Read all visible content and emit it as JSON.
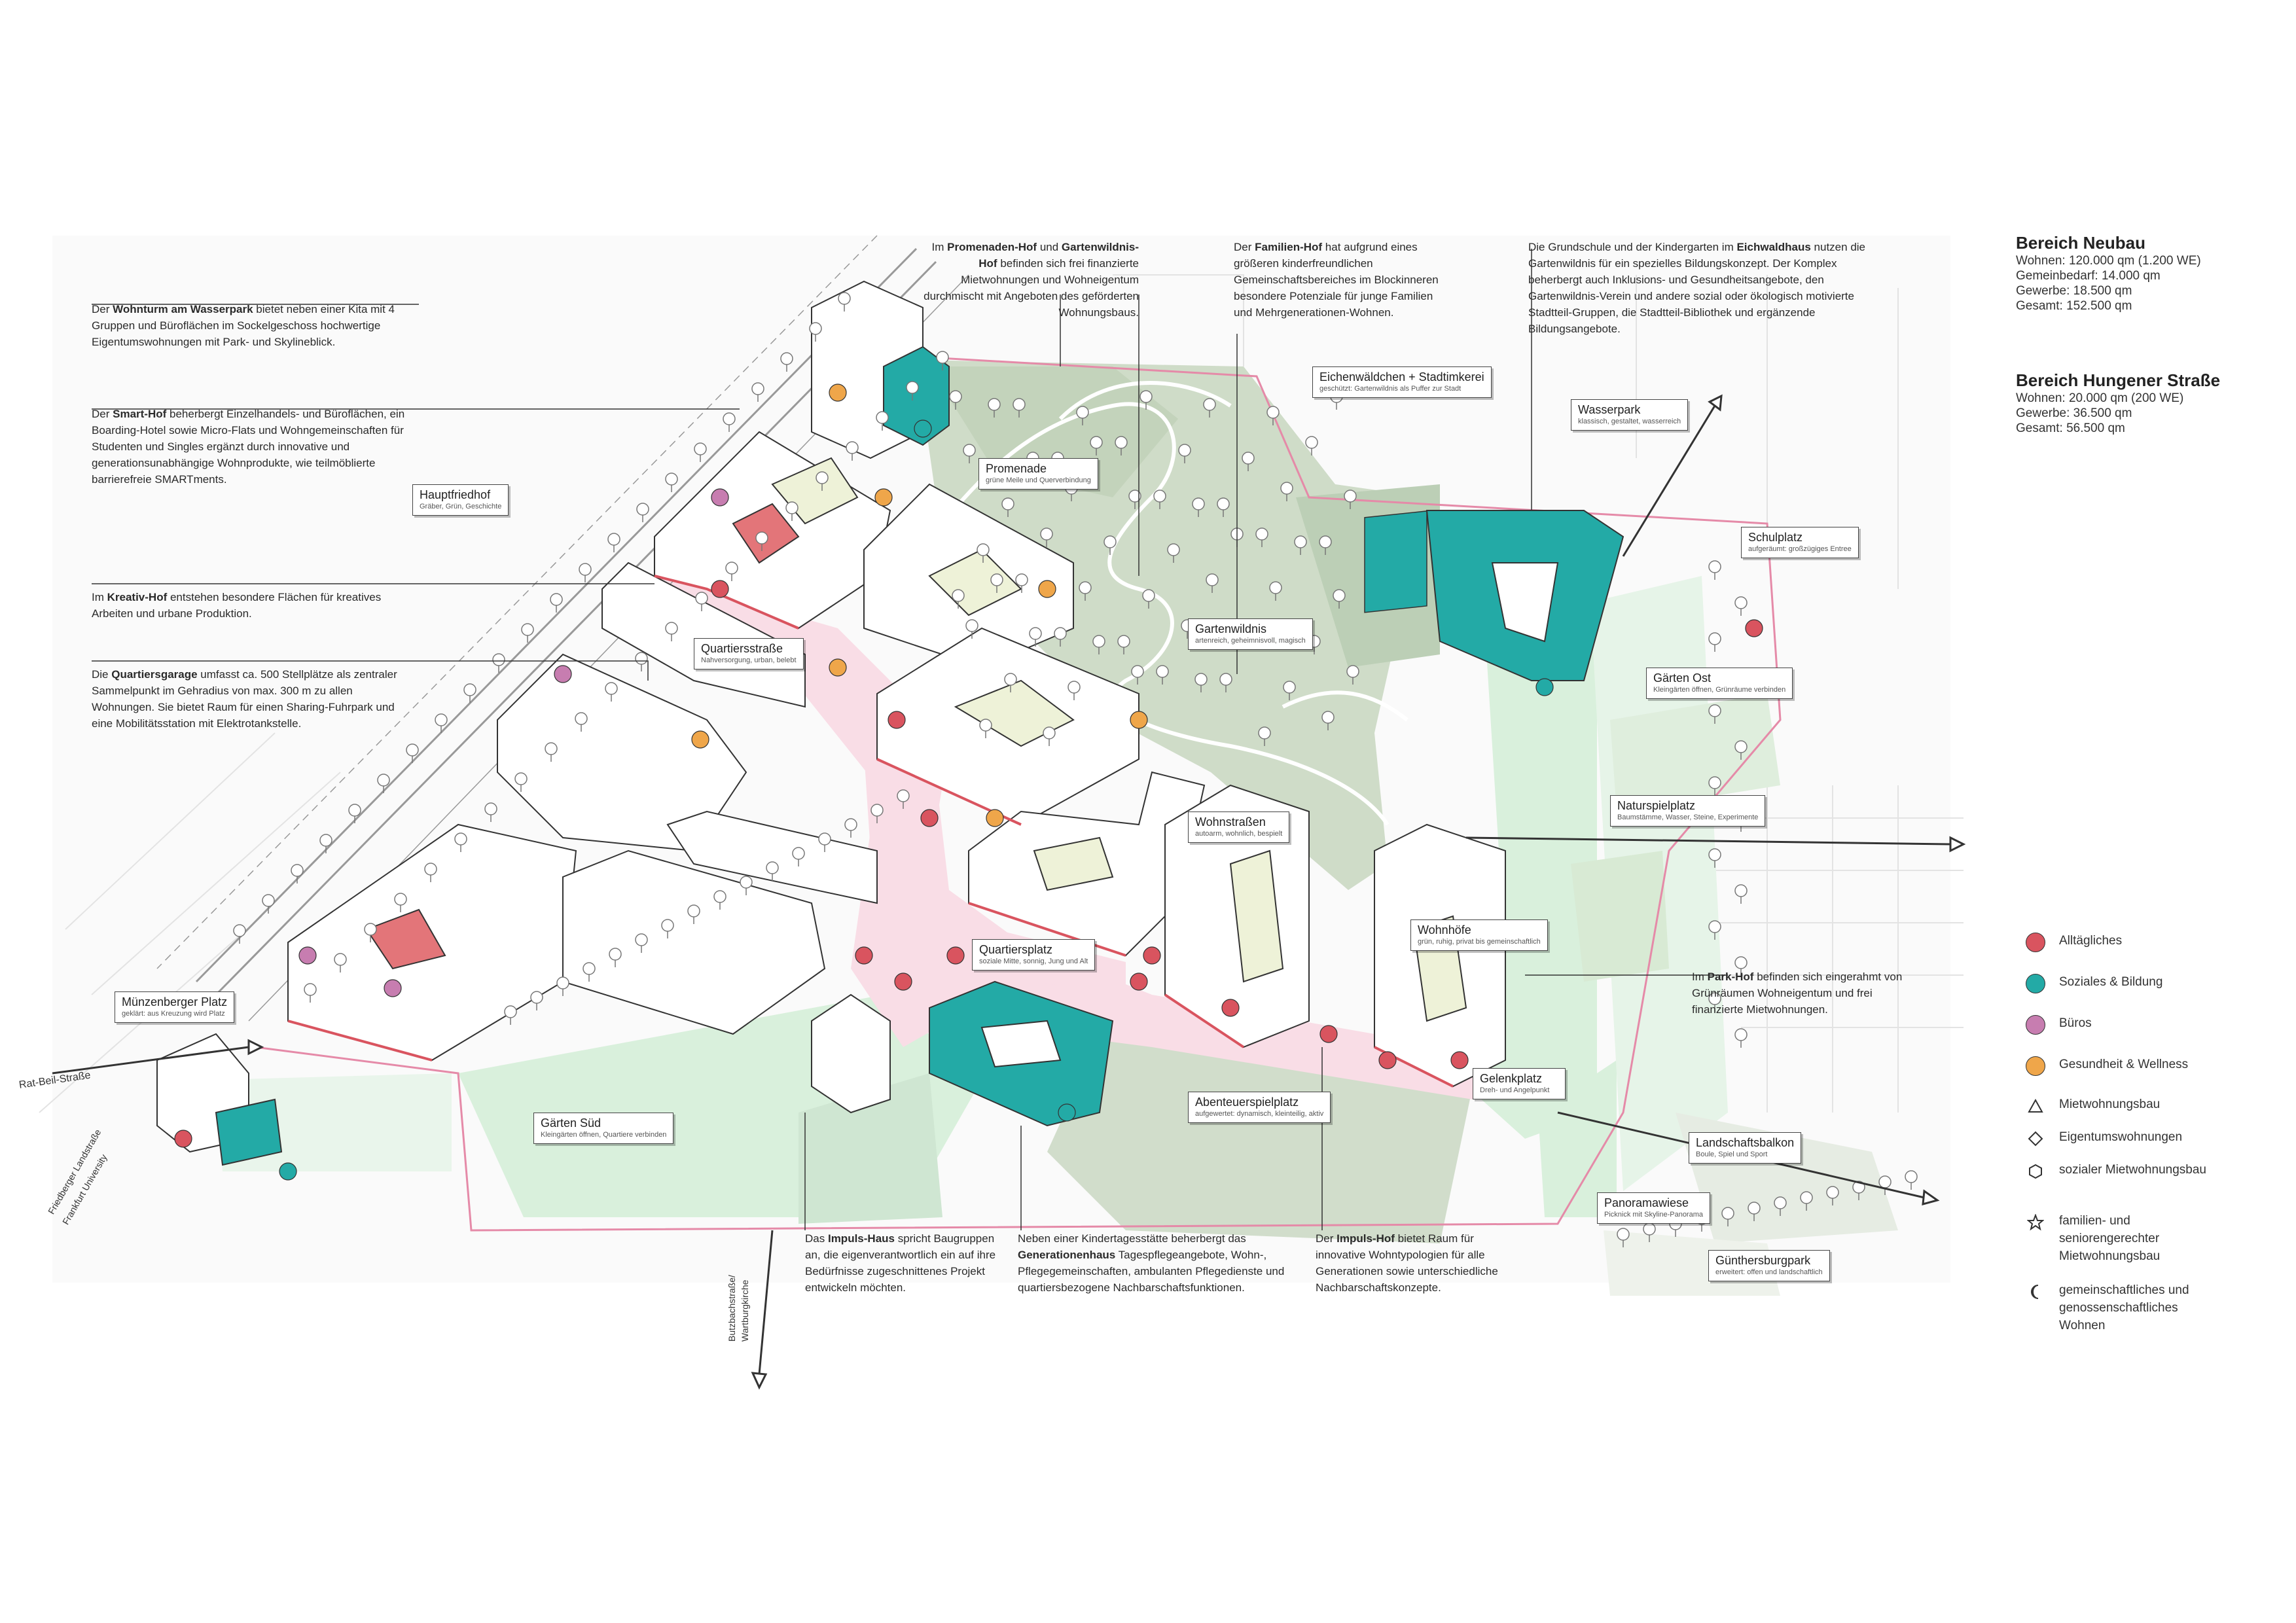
{
  "stats": {
    "neubau": {
      "title": "Bereich Neubau",
      "rows": [
        "Wohnen: 120.000 qm  (1.200 WE)",
        "Gemeinbedarf: 14.000 qm",
        "Gewerbe: 18.500 qm",
        "Gesamt: 152.500 qm"
      ]
    },
    "hungener": {
      "title": "Bereich Hungener Straße",
      "rows": [
        "Wohnen: 20.000 qm (200 WE)",
        "Gewerbe: 36.500 qm",
        "Gesamt: 56.500 qm"
      ]
    }
  },
  "texts": {
    "wohnturm": {
      "b": "Wohnturm am Wasserpark",
      "pre": "Der ",
      "post": " bietet neben einer Kita mit 4 Gruppen und Büroflächen im Sockelgeschoss hochwertige Eigentumswohnungen mit Park- und Skylineblick."
    },
    "smart": {
      "pre": "Der ",
      "b": "Smart-Hof",
      "post": " beherbergt Einzelhandels- und Büroflächen, ein Boarding-Hotel sowie Micro-Flats und Wohngemeinschaften für Studenten und Singles ergänzt durch innovative und generationsunabhängige Wohnprodukte, wie teilmöblierte barrierefreie SMARTments."
    },
    "kreativ": {
      "pre": "Im ",
      "b": "Kreativ-Hof",
      "post": " entstehen besondere Flächen für kreatives Arbeiten und urbane Produktion."
    },
    "garage": {
      "pre": "Die ",
      "b": "Quartiersgarage",
      "post": " umfasst ca. 500 Stellplätze als zentraler Sammelpunkt im Gehradius von max. 300 m zu allen Wohnungen. Sie bietet Raum für einen Sharing-Fuhrpark und eine Mobilitätsstation mit Elektrotankstelle."
    },
    "promenaden": {
      "pre": "Im ",
      "b": "Promenaden-Hof",
      "mid": " und ",
      "b2": "Gartenwildnis-Hof",
      "post": " befinden sich frei finanzierte Mietwohnungen und Wohneigentum durchmischt mit Angeboten des geförderten Wohnungsbaus."
    },
    "familien": {
      "pre": "Der ",
      "b": "Familien-Hof",
      "post": " hat aufgrund eines größeren kinderfreundlichen Gemeinschaftsbereiches im Blockinneren besondere Potenziale für junge Familien und Mehrgenerationen-Wohnen."
    },
    "grundschule": {
      "pre": "Die Grundschule und der Kindergarten im ",
      "b": "Eichwaldhaus",
      "post": " nutzen die Gartenwildnis für ein spezielles Bildungskonzept. Der Komplex beherbergt auch Inklusions- und Gesundheitsangebote, den Gartenwildnis-Verein und andere sozial oder ökologisch motivierte Stadtteil-Gruppen, die Stadtteil-Bibliothek und ergänzende Bildungsangebote."
    },
    "parkhof": {
      "pre": "Im ",
      "b": "Park-Hof",
      "post": " befinden sich eingerahmt von Grünräumen Wohneigentum und frei finanzierte Mietwohnungen."
    },
    "impulshaus": {
      "pre": "Das ",
      "b": "Impuls-Haus",
      "post": " spricht Baugruppen an, die eigenverantwortlich ein auf ihre Bedürfnisse zugeschnittenes Projekt entwickeln möchten."
    },
    "generationen": {
      "pre": "Neben einer Kindertagesstätte beherbergt das ",
      "b": "Generationenhaus",
      "post": " Tagespflegeangebote, Wohn-, Pflegegemeinschaften, ambulanten Pflegedienste und quartiersbezogene Nachbarschaftsfunktionen."
    },
    "impulshof": {
      "pre": "Der ",
      "b": "Impuls-Hof",
      "post": " bietet Raum für innovative Wohntypologien für alle Generationen sowie unterschiedliche Nachbarschaftskonzepte."
    }
  },
  "labels": [
    {
      "id": "hauptfriedhof",
      "t": "Hauptfriedhof",
      "s": "Gräber, Grün, Geschichte"
    },
    {
      "id": "quartiersstrasse",
      "t": "Quartiersstraße",
      "s": "Nahversorgung, urban, belebt"
    },
    {
      "id": "promenade",
      "t": "Promenade",
      "s": "grüne Meile und Querverbindung"
    },
    {
      "id": "eichenwaeldchen",
      "t": "Eichenwäldchen + Stadtimkerei",
      "s": "geschützt: Gartenwildnis als Puffer zur Stadt"
    },
    {
      "id": "wasserpark",
      "t": "Wasserpark",
      "s": "klassisch, gestaltet, wasserreich"
    },
    {
      "id": "schulplatz",
      "t": "Schulplatz",
      "s": "aufgeräumt: großzügiges Entree"
    },
    {
      "id": "gartenwildnis",
      "t": "Gartenwildnis",
      "s": "artenreich, geheimnisvoll, magisch"
    },
    {
      "id": "gaertenost",
      "t": "Gärten Ost",
      "s": "Kleingärten öffnen, Grünräume verbinden"
    },
    {
      "id": "naturspielplatz",
      "t": "Naturspielplatz",
      "s": "Baumstämme, Wasser, Steine, Experimente"
    },
    {
      "id": "wohnstrassen",
      "t": "Wohnstraßen",
      "s": "autoarm, wohnlich, bespielt"
    },
    {
      "id": "wohnhoefe",
      "t": "Wohnhöfe",
      "s": "grün, ruhig, privat bis gemeinschaftlich"
    },
    {
      "id": "quartiersplatz",
      "t": "Quartiersplatz",
      "s": "soziale Mitte, sonnig, Jung und Alt"
    },
    {
      "id": "muenzenberger",
      "t": "Münzenberger Platz",
      "s": "geklärt: aus Kreuzung wird Platz"
    },
    {
      "id": "gaertensued",
      "t": "Gärten Süd",
      "s": "Kleingärten öffnen, Quartiere verbinden"
    },
    {
      "id": "abenteuer",
      "t": "Abenteuerspielplatz",
      "s": "aufgewertet: dynamisch, kleinteilig, aktiv"
    },
    {
      "id": "gelenkplatz",
      "t": "Gelenkplatz",
      "s": "Dreh- und Angelpunkt"
    },
    {
      "id": "landschaftsbalkon",
      "t": "Landschaftsbalkon",
      "s": "Boule, Spiel und Sport"
    },
    {
      "id": "panoramawiese",
      "t": "Panoramawiese",
      "s": "Picknick mit Skyline-Panorama"
    },
    {
      "id": "guenthersburgpark",
      "t": "Günthersburgpark",
      "s": "erweitert: offen und landschaftlich"
    }
  ],
  "streets": {
    "ratbeil": "Rat-Beil-Straße",
    "friedberger": "Friedberger Landstraße",
    "frankfurt_uni": "Frankfurt University",
    "butzbach": "Butzbachstraße/",
    "wartburg": "Wartburgkirche"
  },
  "legend": [
    {
      "label": "Alltägliches",
      "sym": "dot",
      "color": "#d9545f"
    },
    {
      "label": "Soziales & Bildung",
      "sym": "dot",
      "color": "#23aaa6"
    },
    {
      "label": "Büros",
      "sym": "dot",
      "color": "#c77db0"
    },
    {
      "label": "Gesundheit & Wellness",
      "sym": "dot",
      "color": "#efa64a"
    },
    {
      "label": "Mietwohnungsbau",
      "sym": "triangle"
    },
    {
      "label": "Eigentumswohnungen",
      "sym": "diamond"
    },
    {
      "label": "sozialer Mietwohnungsbau",
      "sym": "hexagon"
    },
    {
      "label": "familien- und seniorengerechter Mietwohnungsbau",
      "sym": "star"
    },
    {
      "label": "gemeinschaftliches und genossenschaftliches Wohnen",
      "sym": "moon"
    }
  ],
  "colors": {
    "park": "#cfdcc8",
    "park_dark": "#b7c9b0",
    "gardens": "#d9f0dc",
    "gardens_strong": "#bfe7c8",
    "plaza": "#f9dde6",
    "teal": "#23aaa6",
    "red": "#e37579",
    "building": "#ffffff",
    "outline": "#333333",
    "boundary": "#e58aa8",
    "yard": "#eef2d8"
  }
}
